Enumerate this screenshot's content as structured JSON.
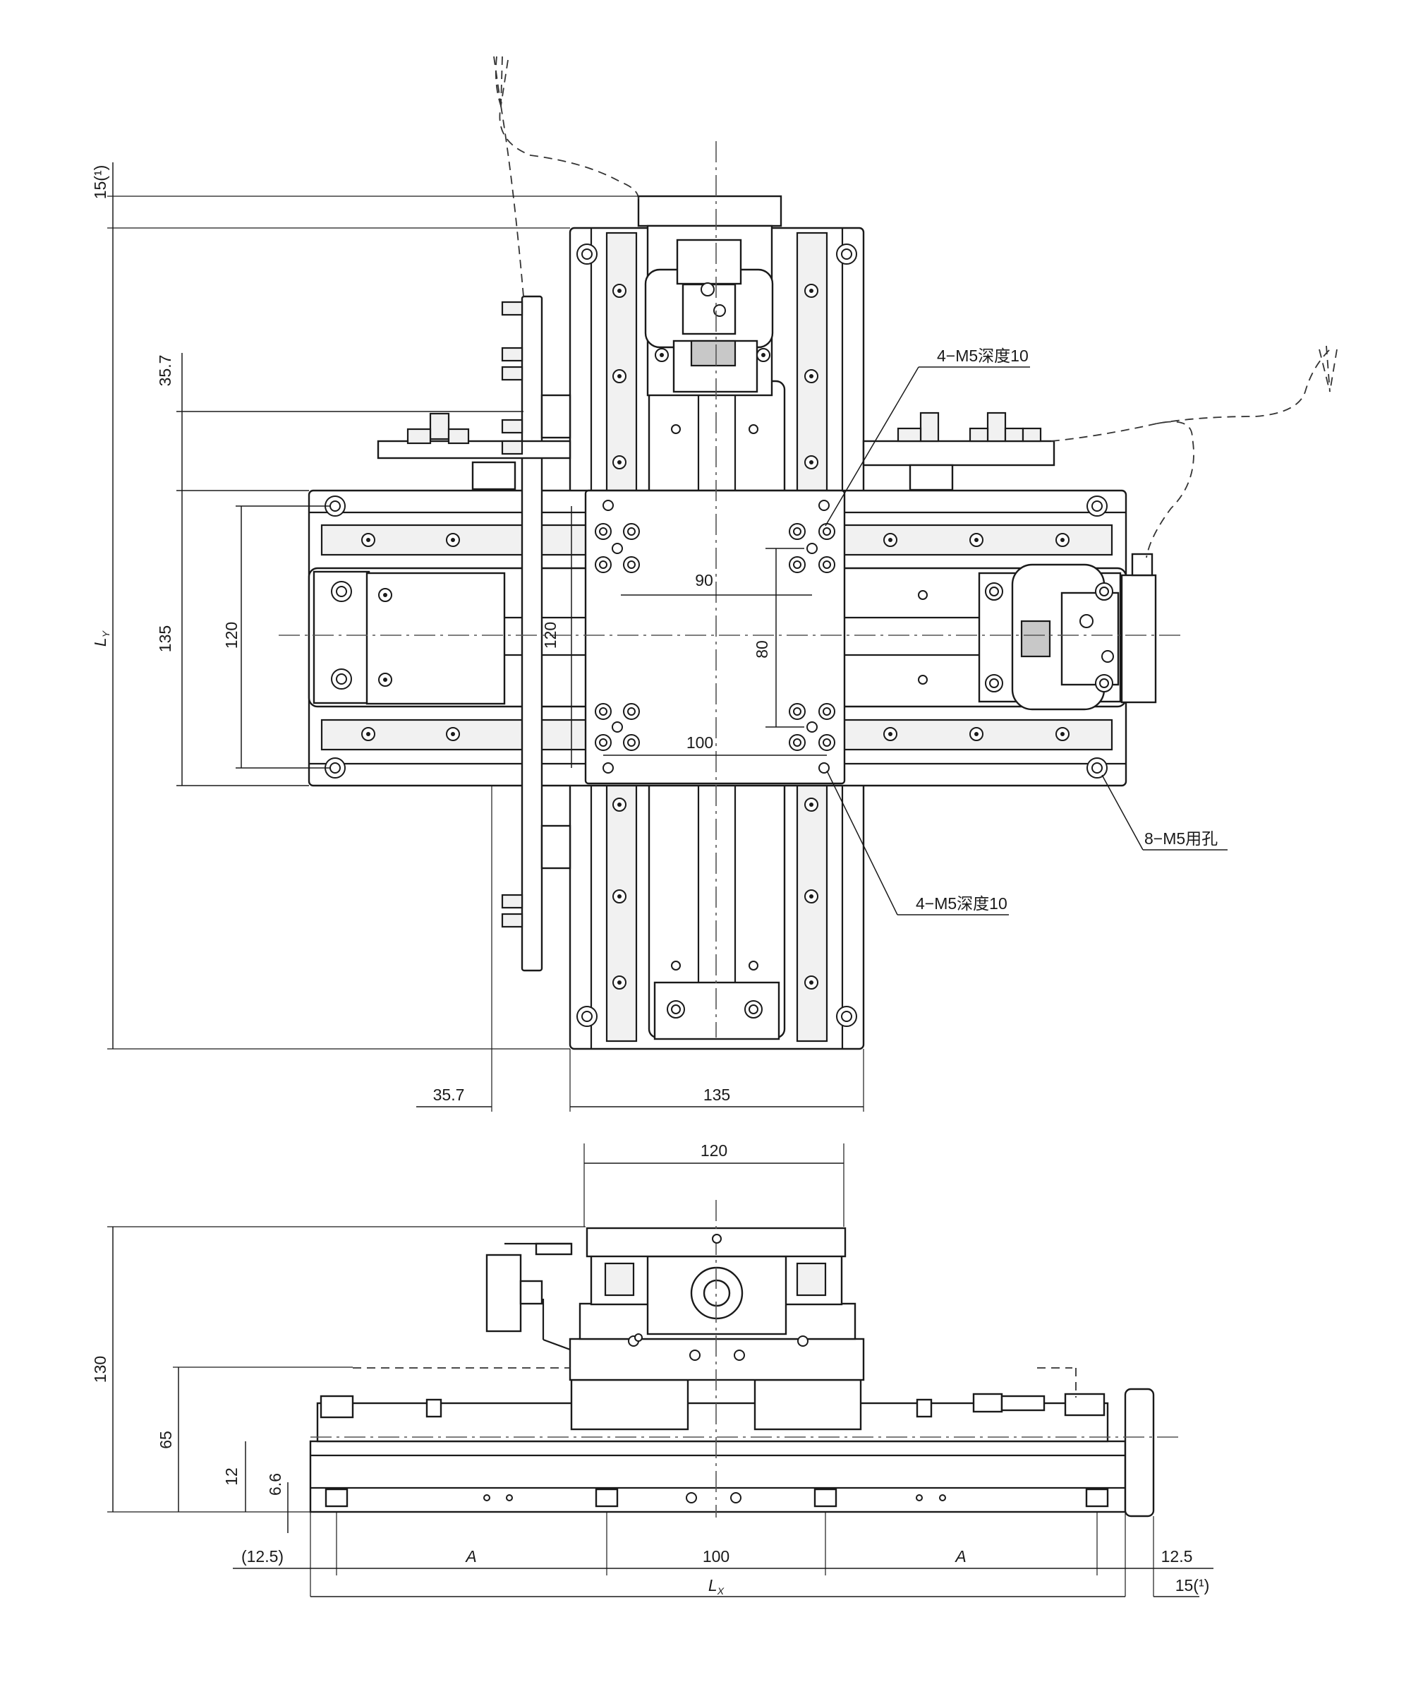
{
  "dimensions": {
    "top_overhang": "15(¹)",
    "ly": "L",
    "ly_sub": "Y",
    "left_offset_v": "35.7",
    "left_width_v": "135",
    "left_inner_v": "120",
    "table_inner_v": "120",
    "hole_pitch_x": "90",
    "hole_pitch_y": "80",
    "table_pitch_x": "100",
    "bottom_offset_h": "35.7",
    "bottom_width_h": "135",
    "side_table_width": "120",
    "side_height_total": "130",
    "side_height_base": "65",
    "side_dim_12": "12",
    "side_dim_66": "6.6",
    "end_left": "(12.5)",
    "pitch_a": "A",
    "pitch_100": "100",
    "end_right": "12.5",
    "lx": "L",
    "lx_sub": "X",
    "right_overhang": "15(¹)"
  },
  "callouts": {
    "top_right_holes": "4−M5深度10",
    "bottom_right_holes": "4−M5深度10",
    "mount_holes": "8−M5用孔"
  }
}
